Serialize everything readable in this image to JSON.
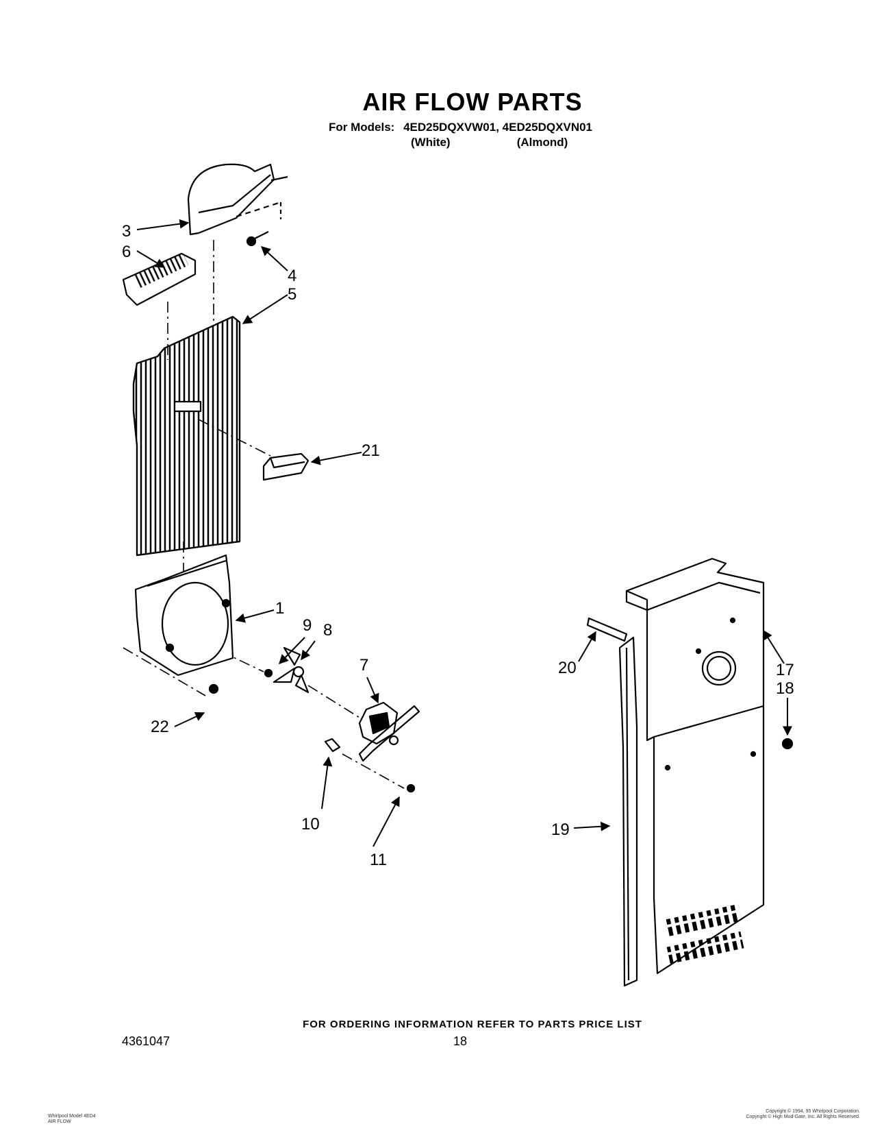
{
  "header": {
    "title": "AIR FLOW PARTS",
    "models_label": "For Models:",
    "model_1": "4ED25DQXVW01,",
    "model_2": "4ED25DQXVN01",
    "color_1": "(White)",
    "color_2": "(Almond)"
  },
  "callouts": {
    "n1": "1",
    "n3": "3",
    "n4": "4",
    "n5": "5",
    "n6": "6",
    "n7": "7",
    "n8": "8",
    "n9": "9",
    "n10": "10",
    "n11": "11",
    "n17": "17",
    "n18": "18",
    "n19": "19",
    "n20": "20",
    "n21": "21",
    "n22": "22"
  },
  "footer": {
    "ordering": "FOR ORDERING INFORMATION REFER TO PARTS PRICE LIST",
    "doc_number": "4361047",
    "page_number": "18",
    "small_left_1": "Whirlpool Model 4ED4",
    "small_left_2": "AIR FLOW",
    "small_right_1": "Copyright © 1994, 95 Whirlpool Corporation.",
    "small_right_2": "Copyright © High Mod-Gate, Inc. All Rights Reserved."
  },
  "colors": {
    "ink": "#000000",
    "paper": "#ffffff"
  }
}
